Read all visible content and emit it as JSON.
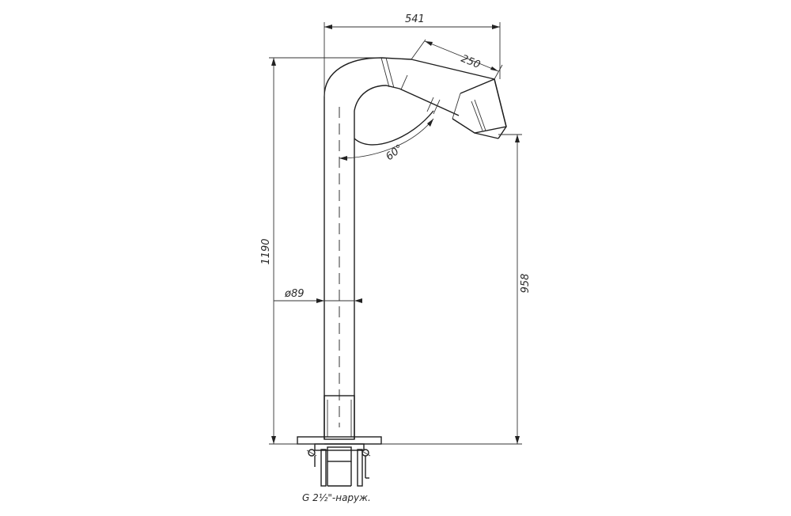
{
  "drawing": {
    "dimensions": {
      "overall_width": "541",
      "spout_length": "250",
      "bend_angle": "60°",
      "overall_height": "1190",
      "pipe_diameter": "ø89",
      "outlet_height": "958"
    },
    "thread_note": "G 2½\"-наруж."
  }
}
